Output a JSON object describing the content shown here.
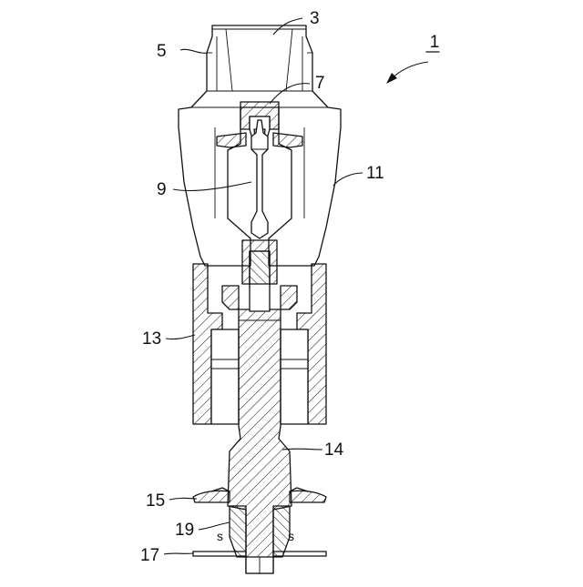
{
  "figure": {
    "assembly_label": "1",
    "labels": {
      "part_3": "3",
      "part_5": "5",
      "part_7": "7",
      "part_9": "9",
      "part_11": "11",
      "part_13": "13",
      "part_14": "14",
      "part_15": "15",
      "part_17": "17",
      "part_19": "19",
      "gap_left": "s",
      "gap_right": "s"
    }
  }
}
